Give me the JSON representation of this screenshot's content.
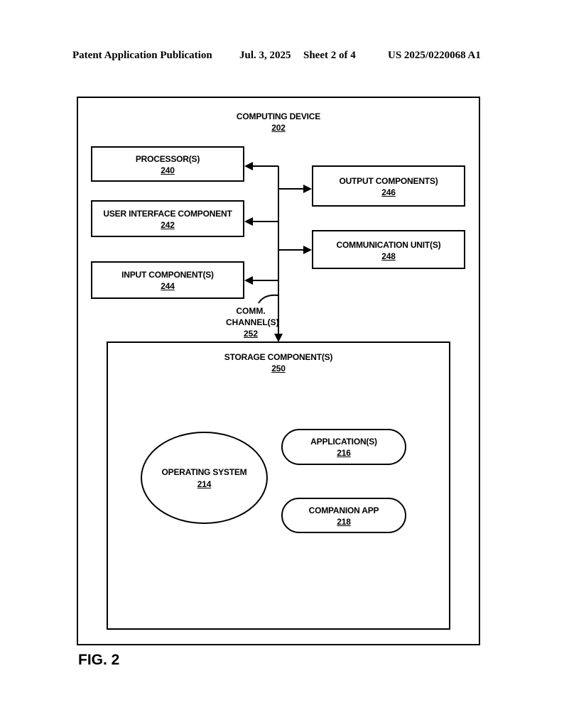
{
  "header": {
    "publication": "Patent Application Publication",
    "date": "Jul. 3, 2025",
    "sheet": "Sheet 2 of 4",
    "number": "US 2025/0220068 A1"
  },
  "device": {
    "title": "COMPUTING DEVICE",
    "ref": "202"
  },
  "components": {
    "processor": {
      "title": "PROCESSOR(S)",
      "ref": "240"
    },
    "ui": {
      "title": "USER INTERFACE COMPONENT",
      "ref": "242"
    },
    "input": {
      "title": "INPUT COMPONENT(S)",
      "ref": "244"
    },
    "output": {
      "title": "OUTPUT COMPONENTS)",
      "ref": "246"
    },
    "comm_unit": {
      "title": "COMMUNICATION UNIT(S)",
      "ref": "248"
    }
  },
  "channel": {
    "line1": "COMM.",
    "line2": "CHANNEL(S)",
    "ref": "252"
  },
  "storage": {
    "title": "STORAGE COMPONENT(S)",
    "ref": "250",
    "os": {
      "title": "OPERATING SYSTEM",
      "ref": "214"
    },
    "applications": {
      "title": "APPLICATION(S)",
      "ref": "216"
    },
    "companion": {
      "title": "COMPANION APP",
      "ref": "218"
    }
  },
  "figure_label": "FIG. 2"
}
